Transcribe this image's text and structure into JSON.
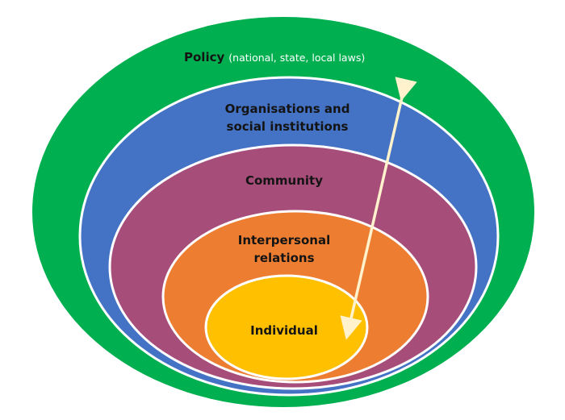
{
  "diagram": {
    "type": "nested-ellipses",
    "title": "Socio-ecological model",
    "layers": [
      {
        "id": "policy",
        "label": "Policy",
        "sublabel": "(national, state, local  laws)",
        "color": "#00B050"
      },
      {
        "id": "organisations",
        "label_lines": [
          "Organisations and",
          "social institutions"
        ],
        "color": "#4472C4"
      },
      {
        "id": "community",
        "label": "Community",
        "color": "#A64D79"
      },
      {
        "id": "interpersonal",
        "label_lines": [
          "Interpersonal",
          "relations"
        ],
        "color": "#ED7D31"
      },
      {
        "id": "individual",
        "label": "Individual",
        "color": "#FFC000"
      }
    ],
    "arrow": {
      "type": "double-headed",
      "color": "#FFF2CC",
      "connects": [
        "individual",
        "policy"
      ]
    },
    "separator_color": "#ffffff"
  }
}
